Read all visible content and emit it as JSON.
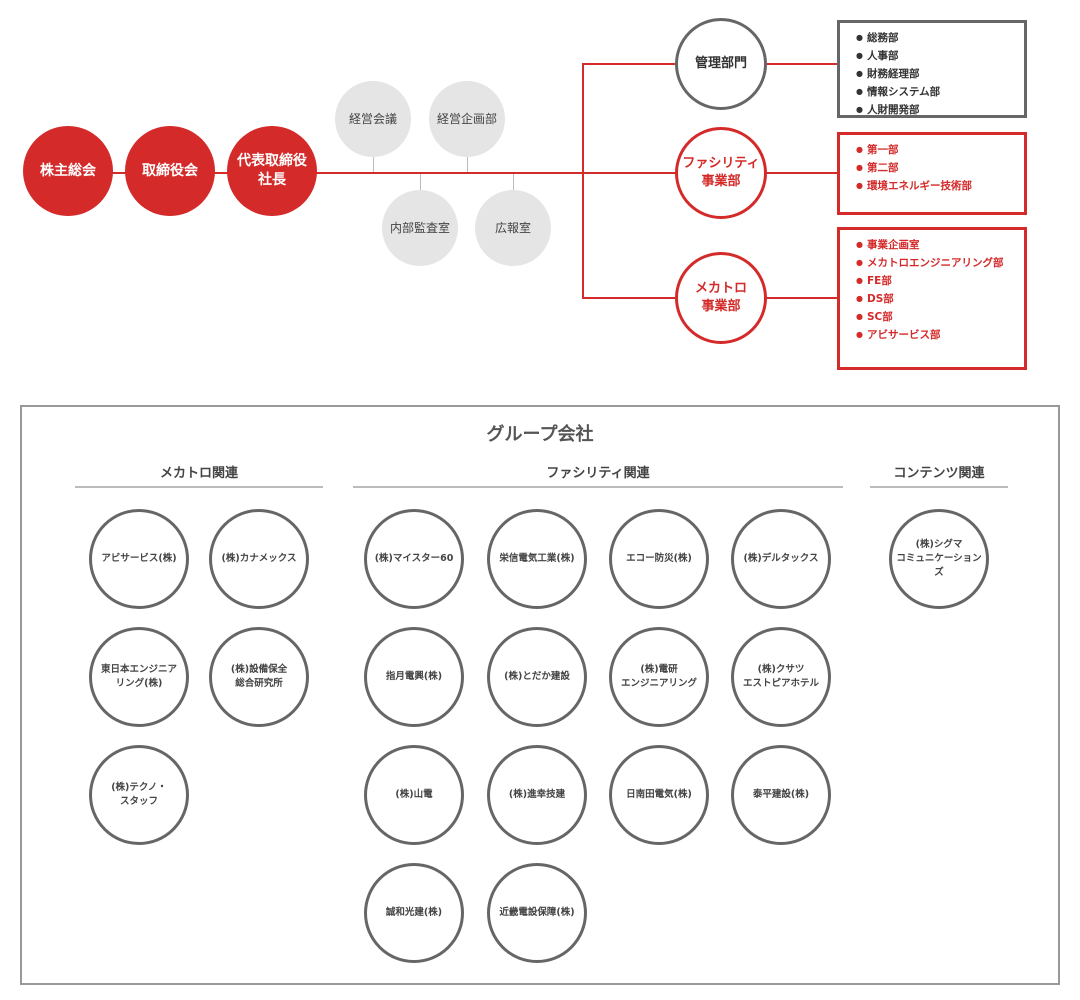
{
  "org": {
    "shareholders": "株主総会",
    "board": "取締役会",
    "president": "代表取締役\n社長",
    "staff_top": [
      "経営会議",
      "経営企画部"
    ],
    "staff_bottom": [
      "内部監査室",
      "広報室"
    ],
    "divisions": [
      {
        "name": "管理部門",
        "items": [
          "総務部",
          "人事部",
          "財務経理部",
          "情報システム部",
          "人財開発部"
        ]
      },
      {
        "name": "ファシリティ\n事業部",
        "items": [
          "第一部",
          "第二部",
          "環境エネルギー技術部"
        ]
      },
      {
        "name": "メカトロ\n事業部",
        "items": [
          "事業企画室",
          "メカトロエンジニアリング部",
          "FE部",
          "DS部",
          "SC部",
          "アビサービス部"
        ]
      }
    ]
  },
  "group": {
    "title": "グループ会社",
    "categories": [
      {
        "label": "メカトロ関連",
        "companies": [
          "アビサービス(株)",
          "(株)カナメックス",
          "東日本エンジニア\nリング(株)",
          "(株)設備保全\n総合研究所",
          "(株)テクノ・\nスタッフ"
        ]
      },
      {
        "label": "ファシリティ関連",
        "companies": [
          "(株)マイスター60",
          "栄信電気工業(株)",
          "エコー防災(株)",
          "(株)デルタックス",
          "指月電興(株)",
          "(株)とだか建設",
          "(株)電研\nエンジニアリング",
          "(株)クサツ\nエストピアホテル",
          "(株)山電",
          "(株)進幸技建",
          "日南田電気(株)",
          "泰平建設(株)",
          "誠和光建(株)",
          "近畿電設保障(株)"
        ]
      },
      {
        "label": "コンテンツ関連",
        "companies": [
          "(株)シグマ\nコミュニケーションズ"
        ]
      }
    ]
  },
  "colors": {
    "accent": "#d42a2a",
    "grey_border": "#666666",
    "staff_fill": "#e5e5e5"
  }
}
